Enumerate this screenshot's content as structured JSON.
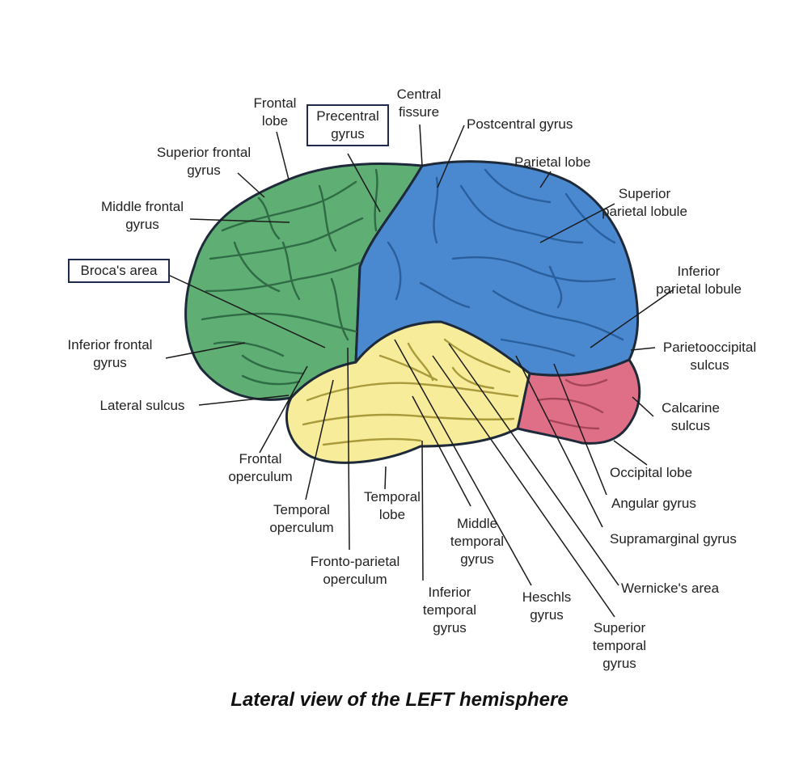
{
  "caption": "Lateral view of the LEFT hemisphere",
  "colors": {
    "frontal": "#5fae74",
    "parietal": "#4a88cf",
    "temporal": "#f6ec9a",
    "occipital": "#df6f86",
    "outline": "#1e2a3a",
    "highlight_box": "#1f2a4e"
  },
  "labels": {
    "frontal_lobe": "Frontal\nlobe",
    "precentral_gyrus": "Precentral\ngyrus",
    "central_fissure": "Central\nfissure",
    "postcentral_gyrus": "Postcentral gyrus",
    "superior_frontal_gyrus": "Superior frontal\ngyrus",
    "parietal_lobe": "Parietal lobe",
    "middle_frontal_gyrus": "Middle frontal\ngyrus",
    "superior_parietal_lobule": "Superior\nparietal lobule",
    "brocas_area": "Broca's area",
    "inferior_parietal_lobule": "Inferior\nparietal lobule",
    "inferior_frontal_gyrus": "Inferior frontal\ngyrus",
    "parietooccipital_sulcus": "Parietooccipital\nsulcus",
    "lateral_sulcus": "Lateral sulcus",
    "calcarine_sulcus": "Calcarine\nsulcus",
    "frontal_operculum": "Frontal\noperculum",
    "occipital_lobe": "Occipital lobe",
    "temporal_operculum": "Temporal\noperculum",
    "temporal_lobe": "Temporal\nlobe",
    "angular_gyrus": "Angular gyrus",
    "middle_temporal_gyrus": "Middle\ntemporal\ngyrus",
    "supramarginal_gyrus": "Supramarginal gyrus",
    "fronto_parietal_operculum": "Fronto-parietal\noperculum",
    "wernickes_area": "Wernicke's area",
    "inferior_temporal_gyrus": "Inferior\ntemporal\ngyrus",
    "heschls_gyrus": "Heschls\ngyrus",
    "superior_temporal_gyrus": "Superior\ntemporal\ngyrus"
  }
}
